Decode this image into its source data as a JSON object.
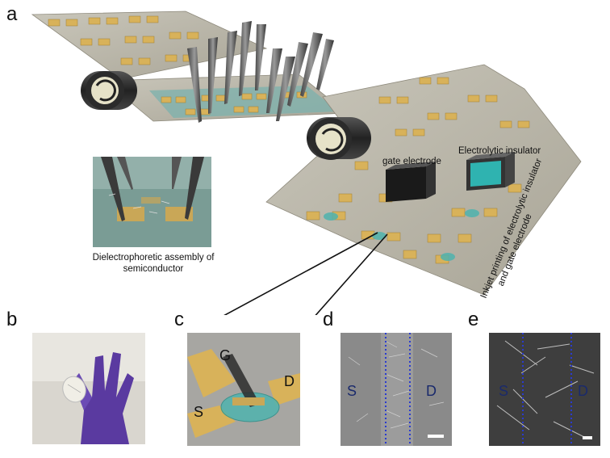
{
  "panels": {
    "a": "a",
    "b": "b",
    "c": "c",
    "d": "d",
    "e": "e"
  },
  "labels": {
    "gate_electrode": "gate electrode",
    "electrolytic_insulator": "Electrolytic insulator",
    "inkjet_line1": "Inkjet printing of electrolytic insulator",
    "inkjet_line2": "and gate electrode",
    "dep_line1": "Dielectrophoretic assembly of",
    "dep_line2": "semiconductor"
  },
  "panel_c": {
    "gate": "G",
    "source": "S",
    "drain": "D"
  },
  "panel_d": {
    "source": "S",
    "drain": "D"
  },
  "panel_e": {
    "source": "S",
    "drain": "D"
  },
  "colors": {
    "film": "#b8b4a6",
    "electrode": "#d8b25a",
    "insulator": "#3ab0a8",
    "dots": "#2a3bd0"
  }
}
